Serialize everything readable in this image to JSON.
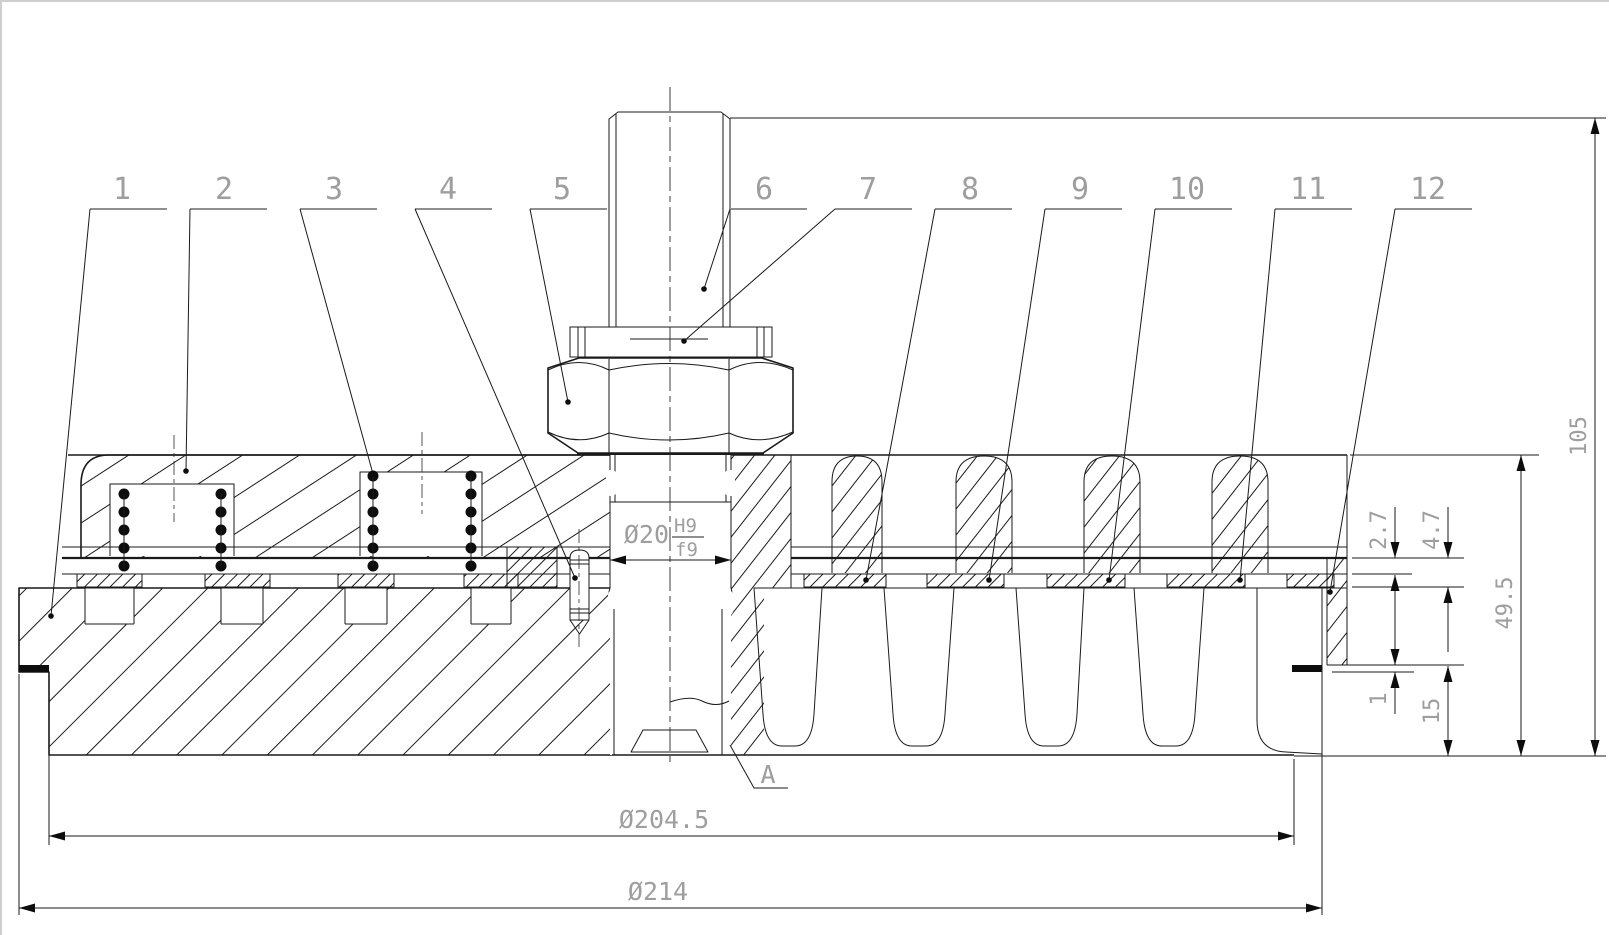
{
  "drawing": {
    "colors": {
      "line": "#1a1a1a",
      "dim_text": "#9e9e9e",
      "page_border": "#cfcfcf"
    },
    "callouts": [
      {
        "label": "1"
      },
      {
        "label": "2"
      },
      {
        "label": "3"
      },
      {
        "label": "4"
      },
      {
        "label": "5"
      },
      {
        "label": "6"
      },
      {
        "label": "7"
      },
      {
        "label": "8"
      },
      {
        "label": "9"
      },
      {
        "label": "10"
      },
      {
        "label": "11"
      },
      {
        "label": "12"
      }
    ],
    "dimensions": {
      "bore_diameter": "Ø20",
      "bore_fit_upper": "H9",
      "bore_fit_lower": "f9",
      "disc_thickness": "2.7",
      "disc_with_lining": "4.7",
      "ring_height": "49.5",
      "overall_height": "105",
      "seal_thickness": "1",
      "seal_height": "15",
      "inner_diameter": "Ø204.5",
      "outer_diameter": "Ø214"
    },
    "detail_label": "A"
  }
}
